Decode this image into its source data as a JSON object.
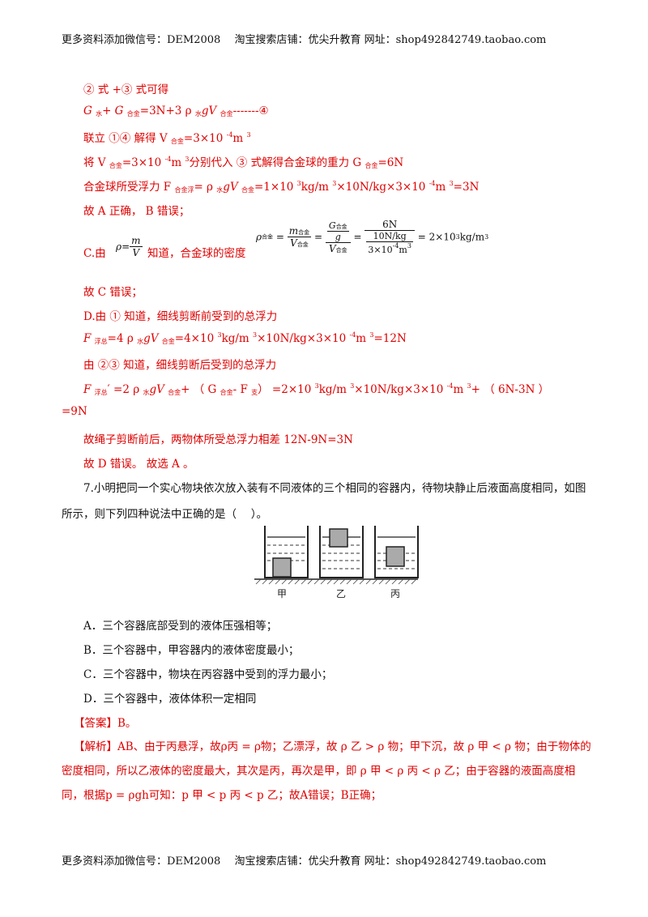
{
  "header": "更多资料添加微信号：DEM2008　 淘宝搜索店铺：优尖升教育 网址：shop492842749.taobao.com",
  "footer": "更多资料添加微信号：DEM2008　 淘宝搜索店铺：优尖升教育 网址：shop492842749.taobao.com",
  "lines": {
    "l1": "② 式 +③ 式可得",
    "l2a": "G ",
    "l2b": "水",
    "l2c": "+ G ",
    "l2d": "合金",
    "l2e": "=3N+3 ρ ",
    "l2f": "水",
    "l2g": "gV ",
    "l2h": "合金",
    "l2i": "-------④",
    "l3a": "联立 ①④ 解得 V ",
    "l3b": "合金",
    "l3c": "=3×10 ",
    "l3d": "-4",
    "l3e": "m ",
    "l3f": "3",
    "l4a": "将 V ",
    "l4b": "合金",
    "l4c": "=3×10 ",
    "l4d": "-4",
    "l4e": "m ",
    "l4f": "3",
    "l4g": "分别代入 ③ 式解得合金球的重力 G ",
    "l4h": "合金",
    "l4i": "=6N",
    "l5a": "合金球所受浮力 F ",
    "l5b": "合金浮",
    "l5c": "= ρ ",
    "l5d": "水",
    "l5e": "gV ",
    "l5f": "合金",
    "l5g": "=1×10 ",
    "l5h": "3",
    "l5i": "kg/m ",
    "l5j": "3",
    "l5k": "×10N/kg×3×10 ",
    "l5l": "-4",
    "l5m": "m ",
    "l5n": "3",
    "l5o": "=3N",
    "l6": "故 A 正确， B 错误；",
    "l7a": "C.由",
    "l7b": "知道，合金球的密度",
    "l8": "故 C 错误；",
    "l9": "D.由 ① 知道，细线剪断前受到的总浮力",
    "l10a": "F ",
    "l10b": "浮总",
    "l10c": "=4 ρ ",
    "l10d": "水",
    "l10e": "gV ",
    "l10f": "合金",
    "l10g": "=4×10 ",
    "l10h": "3",
    "l10i": "kg/m ",
    "l10j": "3",
    "l10k": "×10N/kg×3×10 ",
    "l10l": "-4",
    "l10m": "m ",
    "l10n": "3",
    "l10o": "=12N",
    "l11": "由 ②③ 知道，细线剪断后受到的总浮力",
    "l12a": "F ",
    "l12b": "浮总",
    "l12c": "′ =2 ρ ",
    "l12d": "水",
    "l12e": "gV ",
    "l12f": "合金",
    "l12g": "+ （ G ",
    "l12h": "合金",
    "l12i": "- F ",
    "l12j": "支",
    "l12k": "） =2×10 ",
    "l12l": "3",
    "l12m": "kg/m ",
    "l12n": "3",
    "l12o": "×10N/kg×3×10 ",
    "l12p": "-4",
    "l12q": "m ",
    "l12r": "3",
    "l12s": "+ （ 6N-3N ）",
    "l13": "=9N",
    "l14": "故绳子剪断前后，两物体所受总浮力相差 12N-9N=3N",
    "l15": "故 D 错误。 故选 A 。"
  },
  "formula": {
    "rho": "ρ",
    "eq": "=",
    "m": "m",
    "V": "V",
    "rho_alloy": "ρ",
    "alloy_sub": "合金",
    "m_alloy": "m",
    "V_alloy": "V",
    "G": "G",
    "g": "g",
    "N6": "6N",
    "tenNkg": "10N/kg",
    "den": "3×10",
    "den_exp": "-4",
    "den_unit": "m",
    "den_unit_exp": "3",
    "result": "= 2×10",
    "result_exp": "3",
    "result_unit": "kg/m",
    "result_unit_exp": "3"
  },
  "question": {
    "stem": "7.小明把同一个实心物块依次放入装有不同液体的三个相同的容器内，待物块静止后液面高度相同，如图所示，则下列四种说法中正确的是（　 ）。",
    "labels": [
      "甲",
      "乙",
      "丙"
    ],
    "options": [
      "A．三个容器底部受到的液体压强相等；",
      "B．三个容器中，甲容器内的液体密度最小；",
      "C．三个容器中，物块在丙容器中受到的浮力最小；",
      "D．三个容器中，液体体积一定相同"
    ],
    "answer": "【答案】B。",
    "analysis": "【解析】AB、由于丙悬浮，故ρ丙 = ρ物；乙漂浮，故 ρ 乙 > ρ 物；甲下沉，故 ρ 甲 < ρ 物；由于物体的密度相同，所以乙液体的密度最大，其次是丙，再次是甲，即 ρ 甲 < ρ 丙 < ρ 乙；由于容器的液面高度相同，根据p = ρgh可知：p 甲 < p 丙 < p 乙；故A错误；B正确；"
  },
  "colors": {
    "answer_red": "#e00000",
    "text": "#111111"
  }
}
